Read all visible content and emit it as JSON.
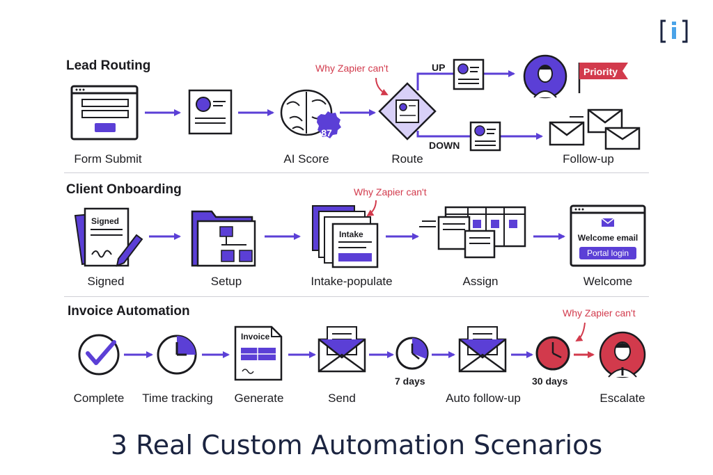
{
  "title": "3 Real Custom Automation Scenarios",
  "brand_logo": "i",
  "colors": {
    "accent": "#5b3fd6",
    "light": "#d8d0f7",
    "line": "#1b1b1f",
    "alert": "#d23a4c"
  },
  "lead_routing": {
    "heading": "Lead Routing",
    "callout": "Why Zapier can't",
    "steps": [
      "Form Submit",
      "AI Score",
      "Route",
      "Follow-up"
    ],
    "score": "87",
    "branch_up": "UP",
    "branch_down": "DOWN",
    "priority_flag": "Priority"
  },
  "client_onboarding": {
    "heading": "Client Onboarding",
    "callout": "Why Zapier can't",
    "steps": [
      "Signed",
      "Setup",
      "Intake-populate",
      "Assign",
      "Welcome"
    ],
    "doc_label": "Signed",
    "intake_label": "Intake",
    "welcome_email": "Welcome email",
    "portal_login": "Portal login"
  },
  "invoice_automation": {
    "heading": "Invoice Automation",
    "callout": "Why Zapier can't",
    "steps": [
      "Complete",
      "Time tracking",
      "Generate",
      "Send",
      "Auto follow-up",
      "Escalate"
    ],
    "invoice_label": "Invoice",
    "wait_1": "7 days",
    "wait_2": "30 days"
  }
}
